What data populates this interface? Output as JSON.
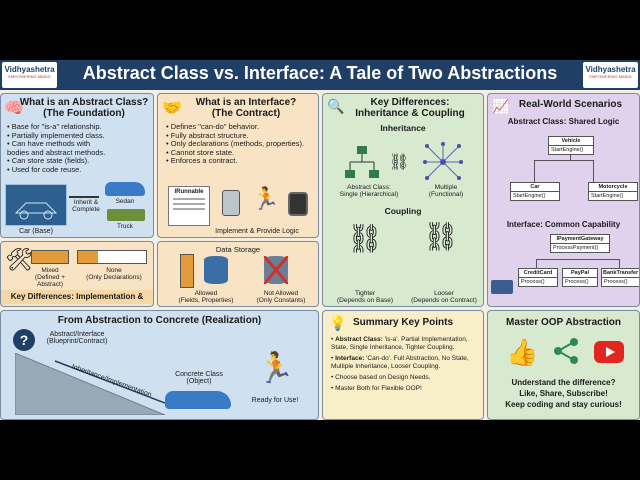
{
  "title": "Abstract Class vs. Interface: A Tale of Two Abstractions",
  "logo": {
    "name": "Vidhyashetra",
    "tagline": "EMPOWERING MINDS"
  },
  "colors": {
    "title_bar": "#1f3f66",
    "panel_blue": "#cfe0f1",
    "panel_orange": "#f9e3c5",
    "panel_green": "#d7ead0",
    "panel_purple": "#e0d2ec",
    "panel_yellow": "#f8efc9"
  },
  "abstract_panel": {
    "title": "What is an Abstract Class?",
    "subtitle": "(The Foundation)",
    "bullets": [
      "Base for \"is-a\" relationship.",
      "Partially implemented class.",
      "Can have methods with bodies and abstract methods.",
      "Can store state (fields).",
      "Used for code reuse."
    ],
    "inherit_label": "Inherit & Complete",
    "base_label": "Car (Base)",
    "sedan_label": "Sedan",
    "truck_label": "Truck"
  },
  "interface_panel": {
    "title": "What is an Interface?",
    "subtitle": "(The Contract)",
    "bullets": [
      "Defines \"can-do\" behavior.",
      "Fully abstract structure.",
      "Only declarations (methods, properties).",
      "Cannot store state.",
      "Enforces a contract."
    ],
    "badge": "IRunnable",
    "caption": "Implement & Provide Logic"
  },
  "impl_panel": {
    "mixed_label": "Mixed\n(Defined + Abstract)",
    "none_label": "None\n(Only Declarations)",
    "footer": "Key Differences: Implementation & State"
  },
  "storage_panel": {
    "title": "Data Storage",
    "allowed": "Allowed\n(Fields, Properties)",
    "not_allowed": "Not Allowed\n(Only Constants)"
  },
  "diff_panel": {
    "title": "Key Differences:\nInheritance & Coupling",
    "inheritance": "Inheritance",
    "single": "Abstract Class:\nSingle (Hierarchical)",
    "multiple": "Multiple\n(Functional)",
    "coupling": "Coupling",
    "tighter": "Tighter\n(Depends on Base)",
    "looser": "Looser\n(Depends on Contract)"
  },
  "realworld_panel": {
    "title": "Real-World Scenarios",
    "abstract_heading": "Abstract Class: Shared Logic",
    "vehicle": {
      "name": "Vehicle",
      "method": "StartEngine()"
    },
    "car": {
      "name": "Car",
      "method": "StartEngine()"
    },
    "moto": {
      "name": "Motorcycle",
      "method": "StartEngine()"
    },
    "interface_heading": "Interface: Common Capability",
    "gateway": {
      "name": "IPaymentGateway",
      "method": "ProcessPayment()"
    },
    "impls": [
      {
        "name": "CreditCard",
        "method": "Process()"
      },
      {
        "name": "PayPal",
        "method": "Process()"
      },
      {
        "name": "BankTransfer",
        "method": "Process()"
      }
    ]
  },
  "realization_panel": {
    "title": "From Abstraction to Concrete (Realization)",
    "abstract_label": "Abstract/Interface\n(Blueprint/Contract)",
    "ramp_label": "Inheritance/Implementation",
    "concrete_label": "Concrete Class\n(Object)",
    "ready": "Ready for Use!"
  },
  "summary_panel": {
    "title": "Summary Key Points",
    "points": [
      {
        "bold": "Abstract Class:",
        "text": " 'is-a'. Partial Implementation, State, Single Inheritance, Tighter Coupling."
      },
      {
        "bold": "Interface:",
        "text": " 'Can-do'. Full Abstraction, No State, Multiple Inheritance, Looser Coupling."
      },
      {
        "bold": "",
        "text": "Choose based on Design Needs."
      },
      {
        "bold": "",
        "text": "Master Both for Flexible OOP!"
      }
    ]
  },
  "master_panel": {
    "title": "Master OOP Abstraction",
    "line1": "Understand the difference?",
    "line2": "Like, Share, Subscribe!",
    "line3": "Keep coding and stay curious!"
  }
}
